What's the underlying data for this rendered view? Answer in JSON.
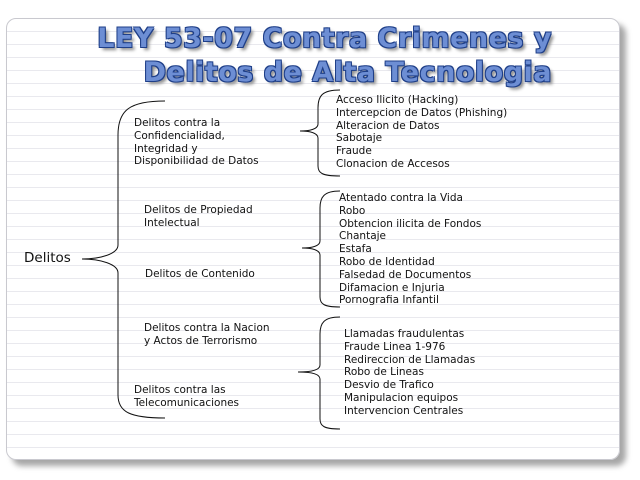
{
  "title": {
    "line1": "LEY 53-07 Contra Crimenes y",
    "line2": "Delitos de Alta Tecnologia"
  },
  "root": "Delitos",
  "categories": [
    [
      "Delitos contra la",
      "Confidencialidad,",
      "Integridad y",
      "Disponibilidad de Datos"
    ],
    [
      "Delitos de Propiedad",
      "Intelectual"
    ],
    [
      "Delitos de Contenido"
    ],
    [
      "Delitos contra la Nacion",
      "y Actos de Terrorismo"
    ],
    [
      "Delitos contra las",
      "Telecomunicaciones"
    ]
  ],
  "groups": [
    [
      "Acceso Ilicito (Hacking)",
      "Intercepcion de Datos (Phishing)",
      "Alteracion de Datos",
      "Sabotaje",
      "Fraude",
      "Clonacion de Accesos"
    ],
    [
      "Atentado contra la Vida",
      "Robo",
      "Obtencion ilicita de Fondos",
      "Chantaje",
      "Estafa",
      "Robo de Identidad",
      "Falsedad de Documentos",
      "Difamacion e Injuria",
      "Pornografia Infantil"
    ],
    [
      "Llamadas fraudulentas",
      "Fraude Linea 1-976",
      "Redireccion de Llamadas",
      "Robo de Lineas",
      "Desvio de Trafico",
      "Manipulacion equipos",
      "Intervencion Centrales"
    ]
  ]
}
